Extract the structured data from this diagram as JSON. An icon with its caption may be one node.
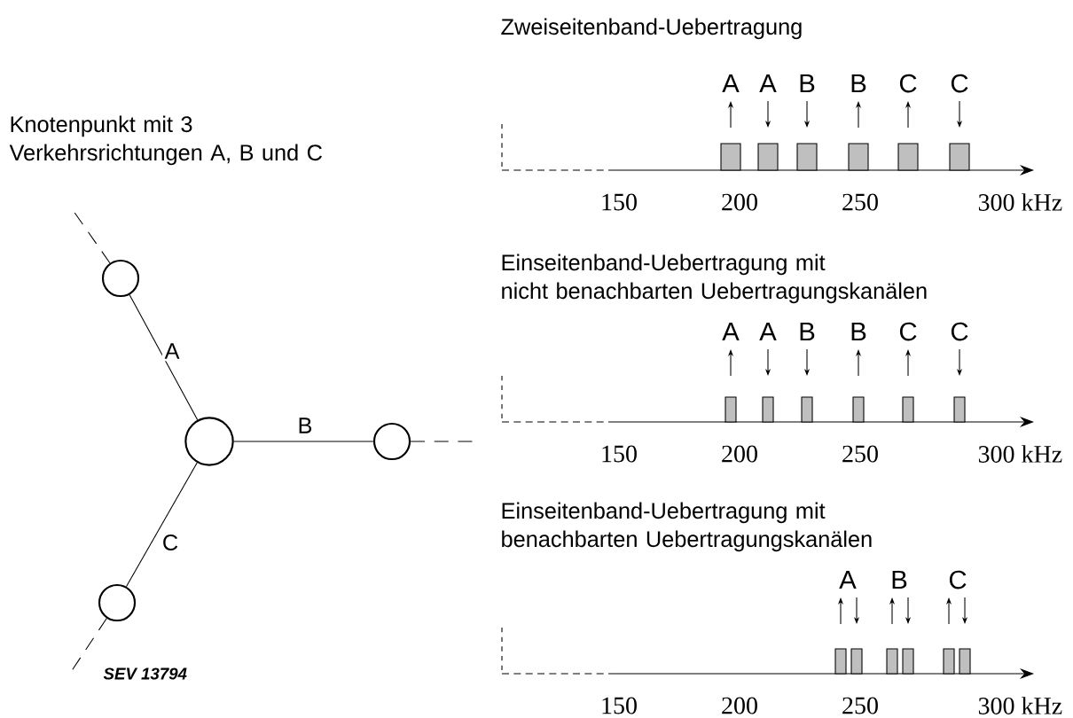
{
  "diagram": {
    "nodes": [
      {
        "text": [],
        "shape": "circle"
      },
      {
        "text": [],
        "shape": "circle"
      },
      {
        "text": [],
        "shape": "circle"
      },
      {
        "text": [],
        "shape": "circle"
      }
    ],
    "edges": [
      {
        "from": 1,
        "to": 0,
        "arrow": "none",
        "label": "A"
      },
      {
        "from": 1,
        "to": 2,
        "arrow": "none",
        "label": "B"
      },
      {
        "from": 1,
        "to": 3,
        "arrow": "none",
        "label": "C"
      },
      {
        "from": 0,
        "to": null,
        "arrow": "none",
        "style": "dashed"
      },
      {
        "from": 2,
        "to": null,
        "arrow": "none",
        "style": "dashed"
      },
      {
        "from": 3,
        "to": null,
        "arrow": "none",
        "style": "dashed"
      }
    ],
    "labels": [
      "Knotenpunkt mit 3 Verkehrsrichtungen A, B und C",
      "Zweiseitenband-Uebertragung",
      "A",
      "A",
      "B",
      "B",
      "C",
      "C",
      "150",
      "200",
      "250",
      "300 kHz",
      "Einseitenband-Uebertragung mit nicht benachbarten Uebertragungskanälen",
      "A",
      "A",
      "B",
      "B",
      "C",
      "C",
      "150",
      "200",
      "250",
      "300 kHz",
      "Einseitenband-Uebertragung mit benachbarten Uebertragungskanälen",
      "A",
      "B",
      "C",
      "150",
      "200",
      "250",
      "300 kHz",
      "SEV 13794"
    ]
  }
}
